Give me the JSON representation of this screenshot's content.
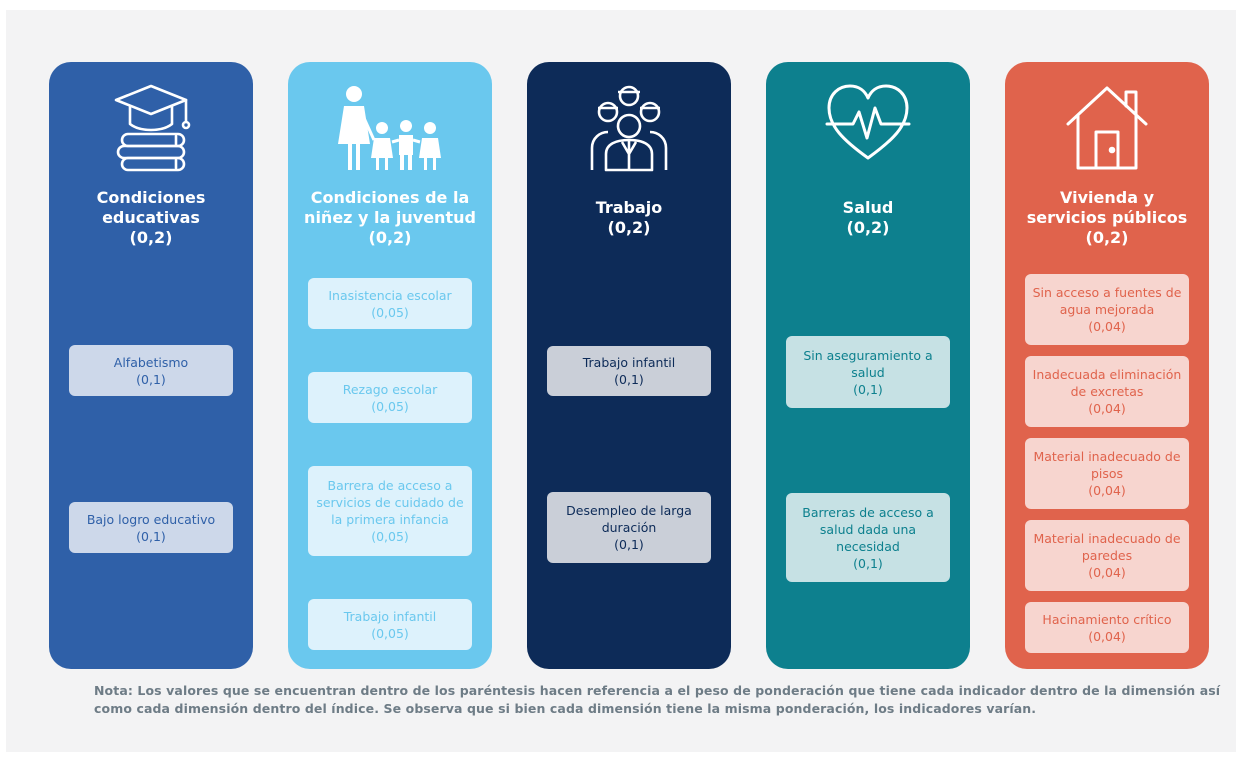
{
  "columns": [
    {
      "id": "educativas",
      "title": [
        "Condiciones",
        "educativas",
        "(0,2)"
      ],
      "bg": "#2f60a8",
      "indicators": [
        {
          "label": "Alfabetismo",
          "weight": "(0,1)"
        },
        {
          "label": "Bajo logro educativo",
          "weight": "(0,1)"
        }
      ]
    },
    {
      "id": "ninez",
      "title": [
        "Condiciones de la",
        "niñez y la juventud",
        "(0,2)"
      ],
      "bg": "#6ac8ee",
      "indicators": [
        {
          "label": "Inasistencia escolar",
          "weight": "(0,05)"
        },
        {
          "label": "Rezago escolar",
          "weight": "(0,05)"
        },
        {
          "label": "Barrera de acceso a servicios de cuidado de la primera infancia",
          "weight": "(0,05)"
        },
        {
          "label": "Trabajo infantil",
          "weight": "(0,05)"
        }
      ]
    },
    {
      "id": "trabajo",
      "title": [
        "Trabajo",
        "(0,2)"
      ],
      "bg": "#0d2b58",
      "indicators": [
        {
          "label": "Trabajo infantil",
          "weight": "(0,1)"
        },
        {
          "label": "Desempleo de larga duración",
          "weight": "(0,1)"
        }
      ]
    },
    {
      "id": "salud",
      "title": [
        "Salud",
        "(0,2)"
      ],
      "bg": "#0d808e",
      "indicators": [
        {
          "label": "Sin aseguramiento a salud",
          "weight": "(0,1)"
        },
        {
          "label": "Barreras de acceso a salud dada una necesidad",
          "weight": "(0,1)"
        }
      ]
    },
    {
      "id": "vivienda",
      "title": [
        "Vivienda y",
        "servicios públicos",
        "(0,2)"
      ],
      "bg": "#e0634c",
      "indicators": [
        {
          "label": "Sin acceso a fuentes de agua mejorada",
          "weight": "(0,04)"
        },
        {
          "label": "Inadecuada eliminación de excretas",
          "weight": "(0,04)"
        },
        {
          "label": "Material inadecuado de pisos",
          "weight": "(0,04)"
        },
        {
          "label": "Material inadecuado de paredes",
          "weight": "(0,04)"
        },
        {
          "label": "Hacinamiento crítico",
          "weight": "(0,04)"
        }
      ]
    }
  ],
  "note": "Nota: Los valores que se encuentran dentro de los paréntesis hacen referencia  a el peso de ponderación que tiene cada indicador dentro de la dimensión así como cada dimensión dentro del índice. Se observa que si bien cada dimensión tiene la misma ponderación, los indicadores varían."
}
